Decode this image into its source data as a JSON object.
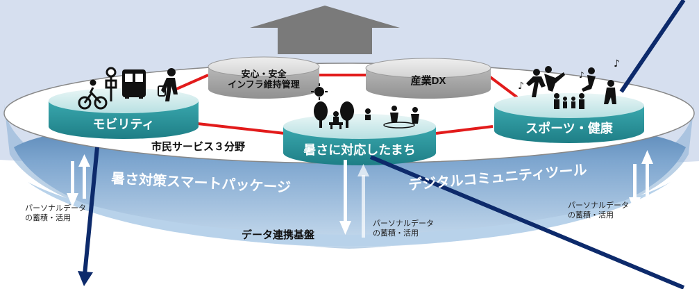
{
  "platform": {
    "top_ring_label": "市民サービス３分野",
    "data_platform_label": "データ連携基盤"
  },
  "nodes": {
    "mobility": "モビリティ",
    "heat_city": "暑さに対応したまち",
    "sports_health": "スポーツ・健康",
    "safety_infra": "安心・安全\nインフラ維持管理",
    "industry_dx": "産業DX"
  },
  "packages": {
    "heat_package": "暑さ対策スマートパッケージ",
    "digital_community": "デジタルコミュニティツール"
  },
  "personal_data": {
    "left": "パーソナルデータ\nの蓄積・活用",
    "center": "パーソナルデータ\nの蓄積・活用",
    "right": "パーソナルデータ\nの蓄積・活用"
  },
  "colors": {
    "background": "#d6dfef",
    "lower_band": "#a8c6e0",
    "mid_band": "#4f81b4",
    "node_teal": "#2f9aa2",
    "node_gray": "#a6a6a6",
    "connector": "#e21b1b",
    "pointer": "#0d2a6b",
    "up_arrow": "#7a7a7a"
  },
  "icons": [
    "bicycle-icon",
    "bus-icon",
    "bus-stop-icon",
    "walker-icon",
    "sun-icon",
    "trees-bench-icon",
    "family-icon",
    "sports-people-icon",
    "music-note-icon"
  ]
}
